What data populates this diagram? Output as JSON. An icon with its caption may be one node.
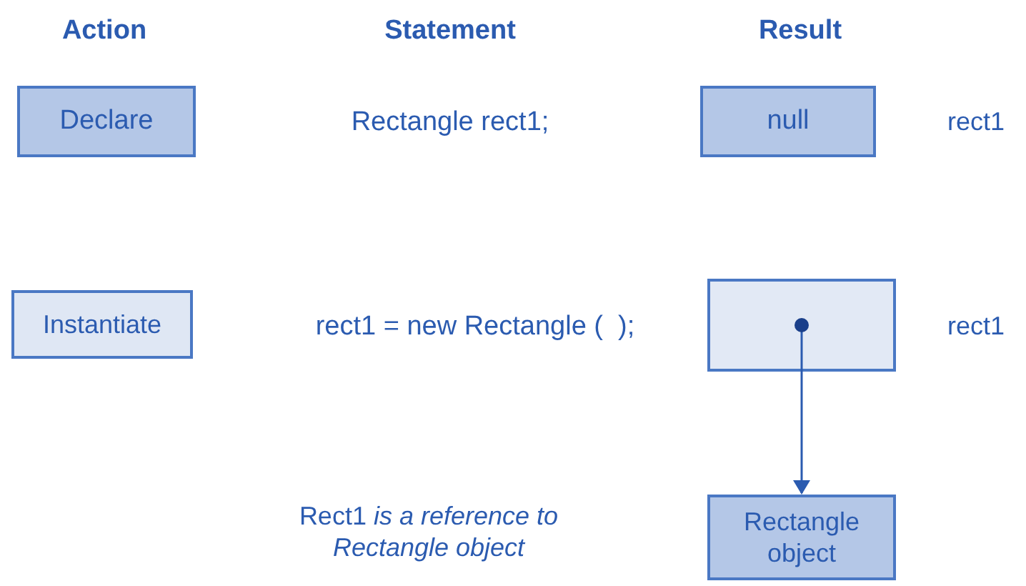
{
  "diagram": {
    "nodes": [
      {
        "text": [
          "Declare"
        ]
      },
      {
        "text": [
          "Instantiate"
        ]
      },
      {
        "text": [
          "null"
        ],
        "beside": [
          "rect1"
        ]
      },
      {
        "text": [],
        "shape": "box",
        "beside": [
          "rect1"
        ]
      },
      {
        "text": [
          "Rectangle object"
        ]
      }
    ],
    "edges": [
      {
        "from": 3,
        "to": 4,
        "arrow": "to"
      }
    ],
    "labels": [
      "Action",
      "Statement",
      "Result",
      "Rectangle rect1;",
      "rect1 = new Rectangle (  );",
      "Rect1 *is a reference to Rectangle object*"
    ]
  }
}
